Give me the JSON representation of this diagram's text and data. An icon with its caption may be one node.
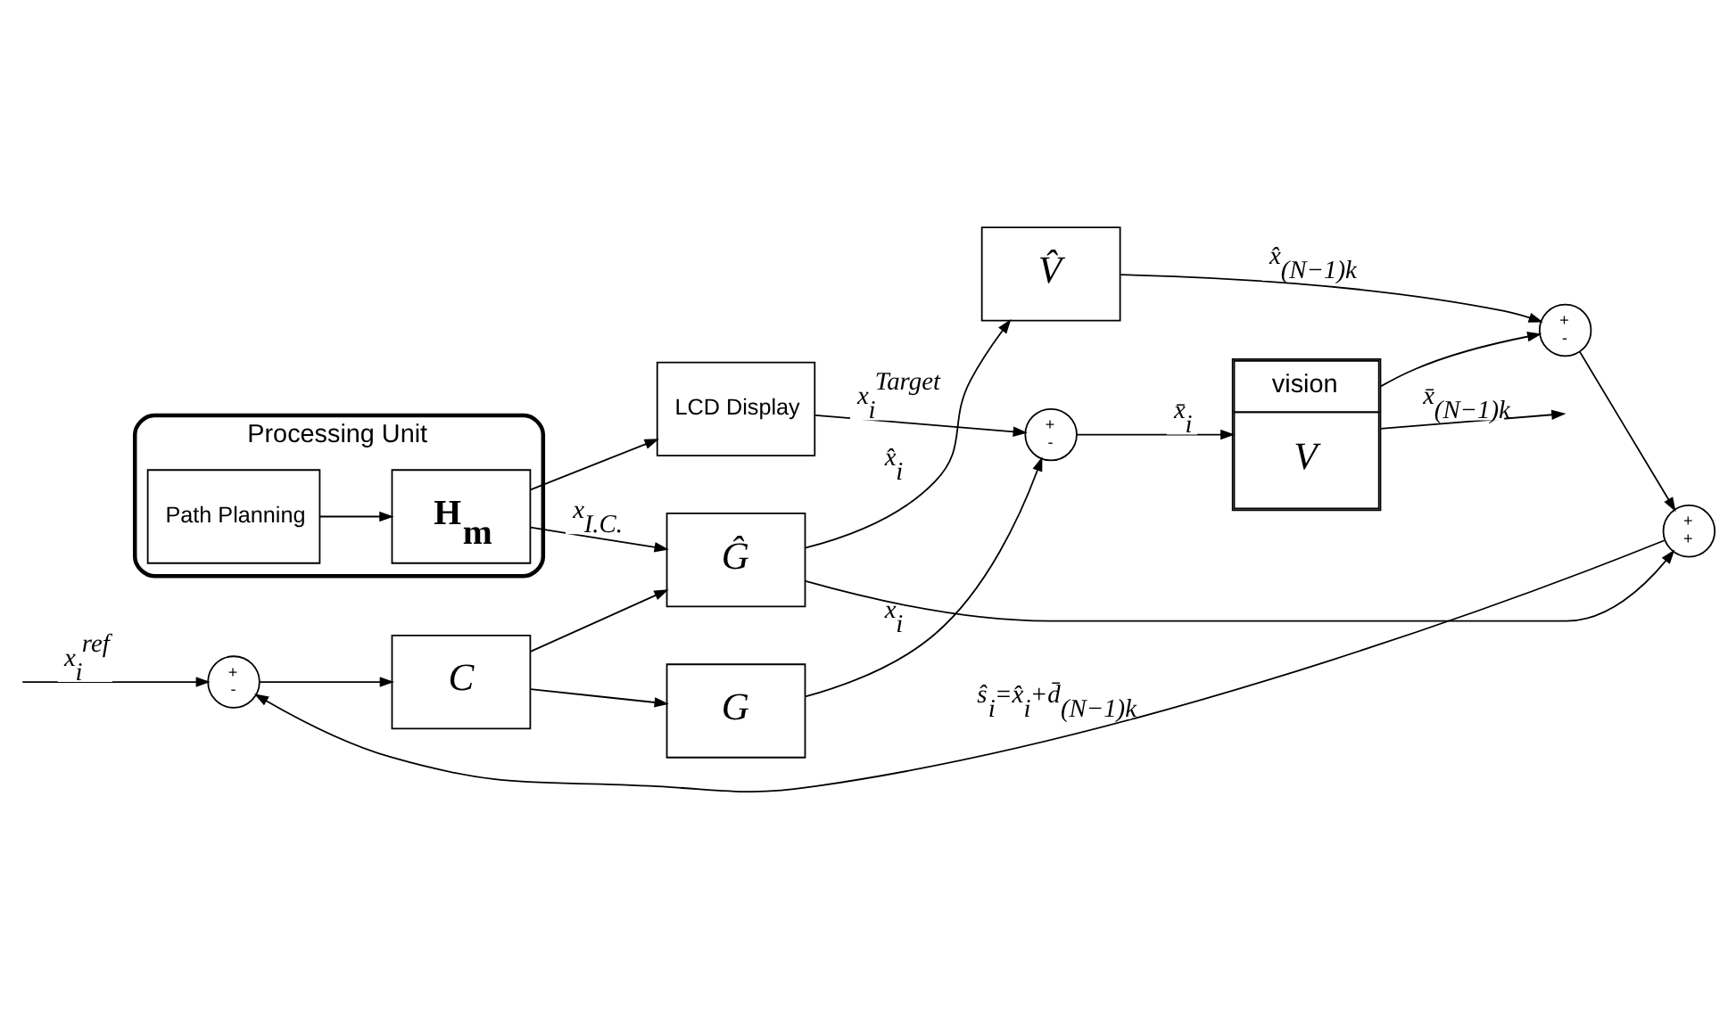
{
  "diagram": {
    "nodes": [
      {
        "text": [
          "Processing Unit"
        ]
      },
      {
        "text": [
          "Path Planning"
        ],
        "in": 0
      },
      {
        "text": [
          "H$_{m}$"
        ],
        "in": 0
      },
      {
        "text": [
          "LCD Display"
        ]
      },
      {
        "text": [
          "+",
          "-"
        ]
      },
      {
        "text": [
          "C"
        ]
      },
      {
        "text": [
          "G"
        ]
      },
      {
        "text": [
          "+",
          "-"
        ]
      },
      {
        "text": [
          "vision",
          "V"
        ]
      },
      {
        "text": [
          "Ĝ"
        ]
      },
      {
        "text": [
          "V̂"
        ]
      },
      {
        "text": [
          "+",
          "-"
        ]
      },
      {
        "text": [
          "+",
          "+"
        ]
      }
    ],
    "edges": [
      {
        "from": null,
        "to": 4,
        "arrow": "to",
        "label": "x$_{i}$$^{ref}$"
      },
      {
        "from": 4,
        "to": 5,
        "arrow": "to"
      },
      {
        "from": 1,
        "to": 2,
        "arrow": "to"
      },
      {
        "from": 2,
        "to": 3,
        "arrow": "to"
      },
      {
        "from": 5,
        "to": 6,
        "arrow": "to"
      },
      {
        "from": 5,
        "to": 9,
        "arrow": "to"
      },
      {
        "from": 2,
        "to": 9,
        "arrow": "to",
        "label": "x$_{I.C.}$"
      },
      {
        "from": 3,
        "to": 7,
        "arrow": "to",
        "label": "x$_{i}$$^{Target}$"
      },
      {
        "from": 6,
        "to": 7,
        "arrow": "to",
        "label": "x$_{i}$"
      },
      {
        "from": 7,
        "to": 8,
        "arrow": "to",
        "label": "x̄$_{i}$"
      },
      {
        "from": 8,
        "to": null,
        "arrow": "to",
        "label": "x̄$_{(N−1)k}$"
      },
      {
        "from": 8,
        "to": 11,
        "arrow": "to"
      },
      {
        "from": 9,
        "to": 10,
        "arrow": "to",
        "label": "x̂$_{i}$"
      },
      {
        "from": 9,
        "to": 12,
        "arrow": "to"
      },
      {
        "from": 10,
        "to": 11,
        "arrow": "to",
        "label": "x̂$_{(N−1)k}$"
      },
      {
        "from": 11,
        "to": 12,
        "arrow": "to"
      },
      {
        "from": 12,
        "to": 4,
        "arrow": "to",
        "label": "ŝ$_{i}$=x̂$_{i}$+d̄$_{(N−1)k}$"
      }
    ]
  }
}
